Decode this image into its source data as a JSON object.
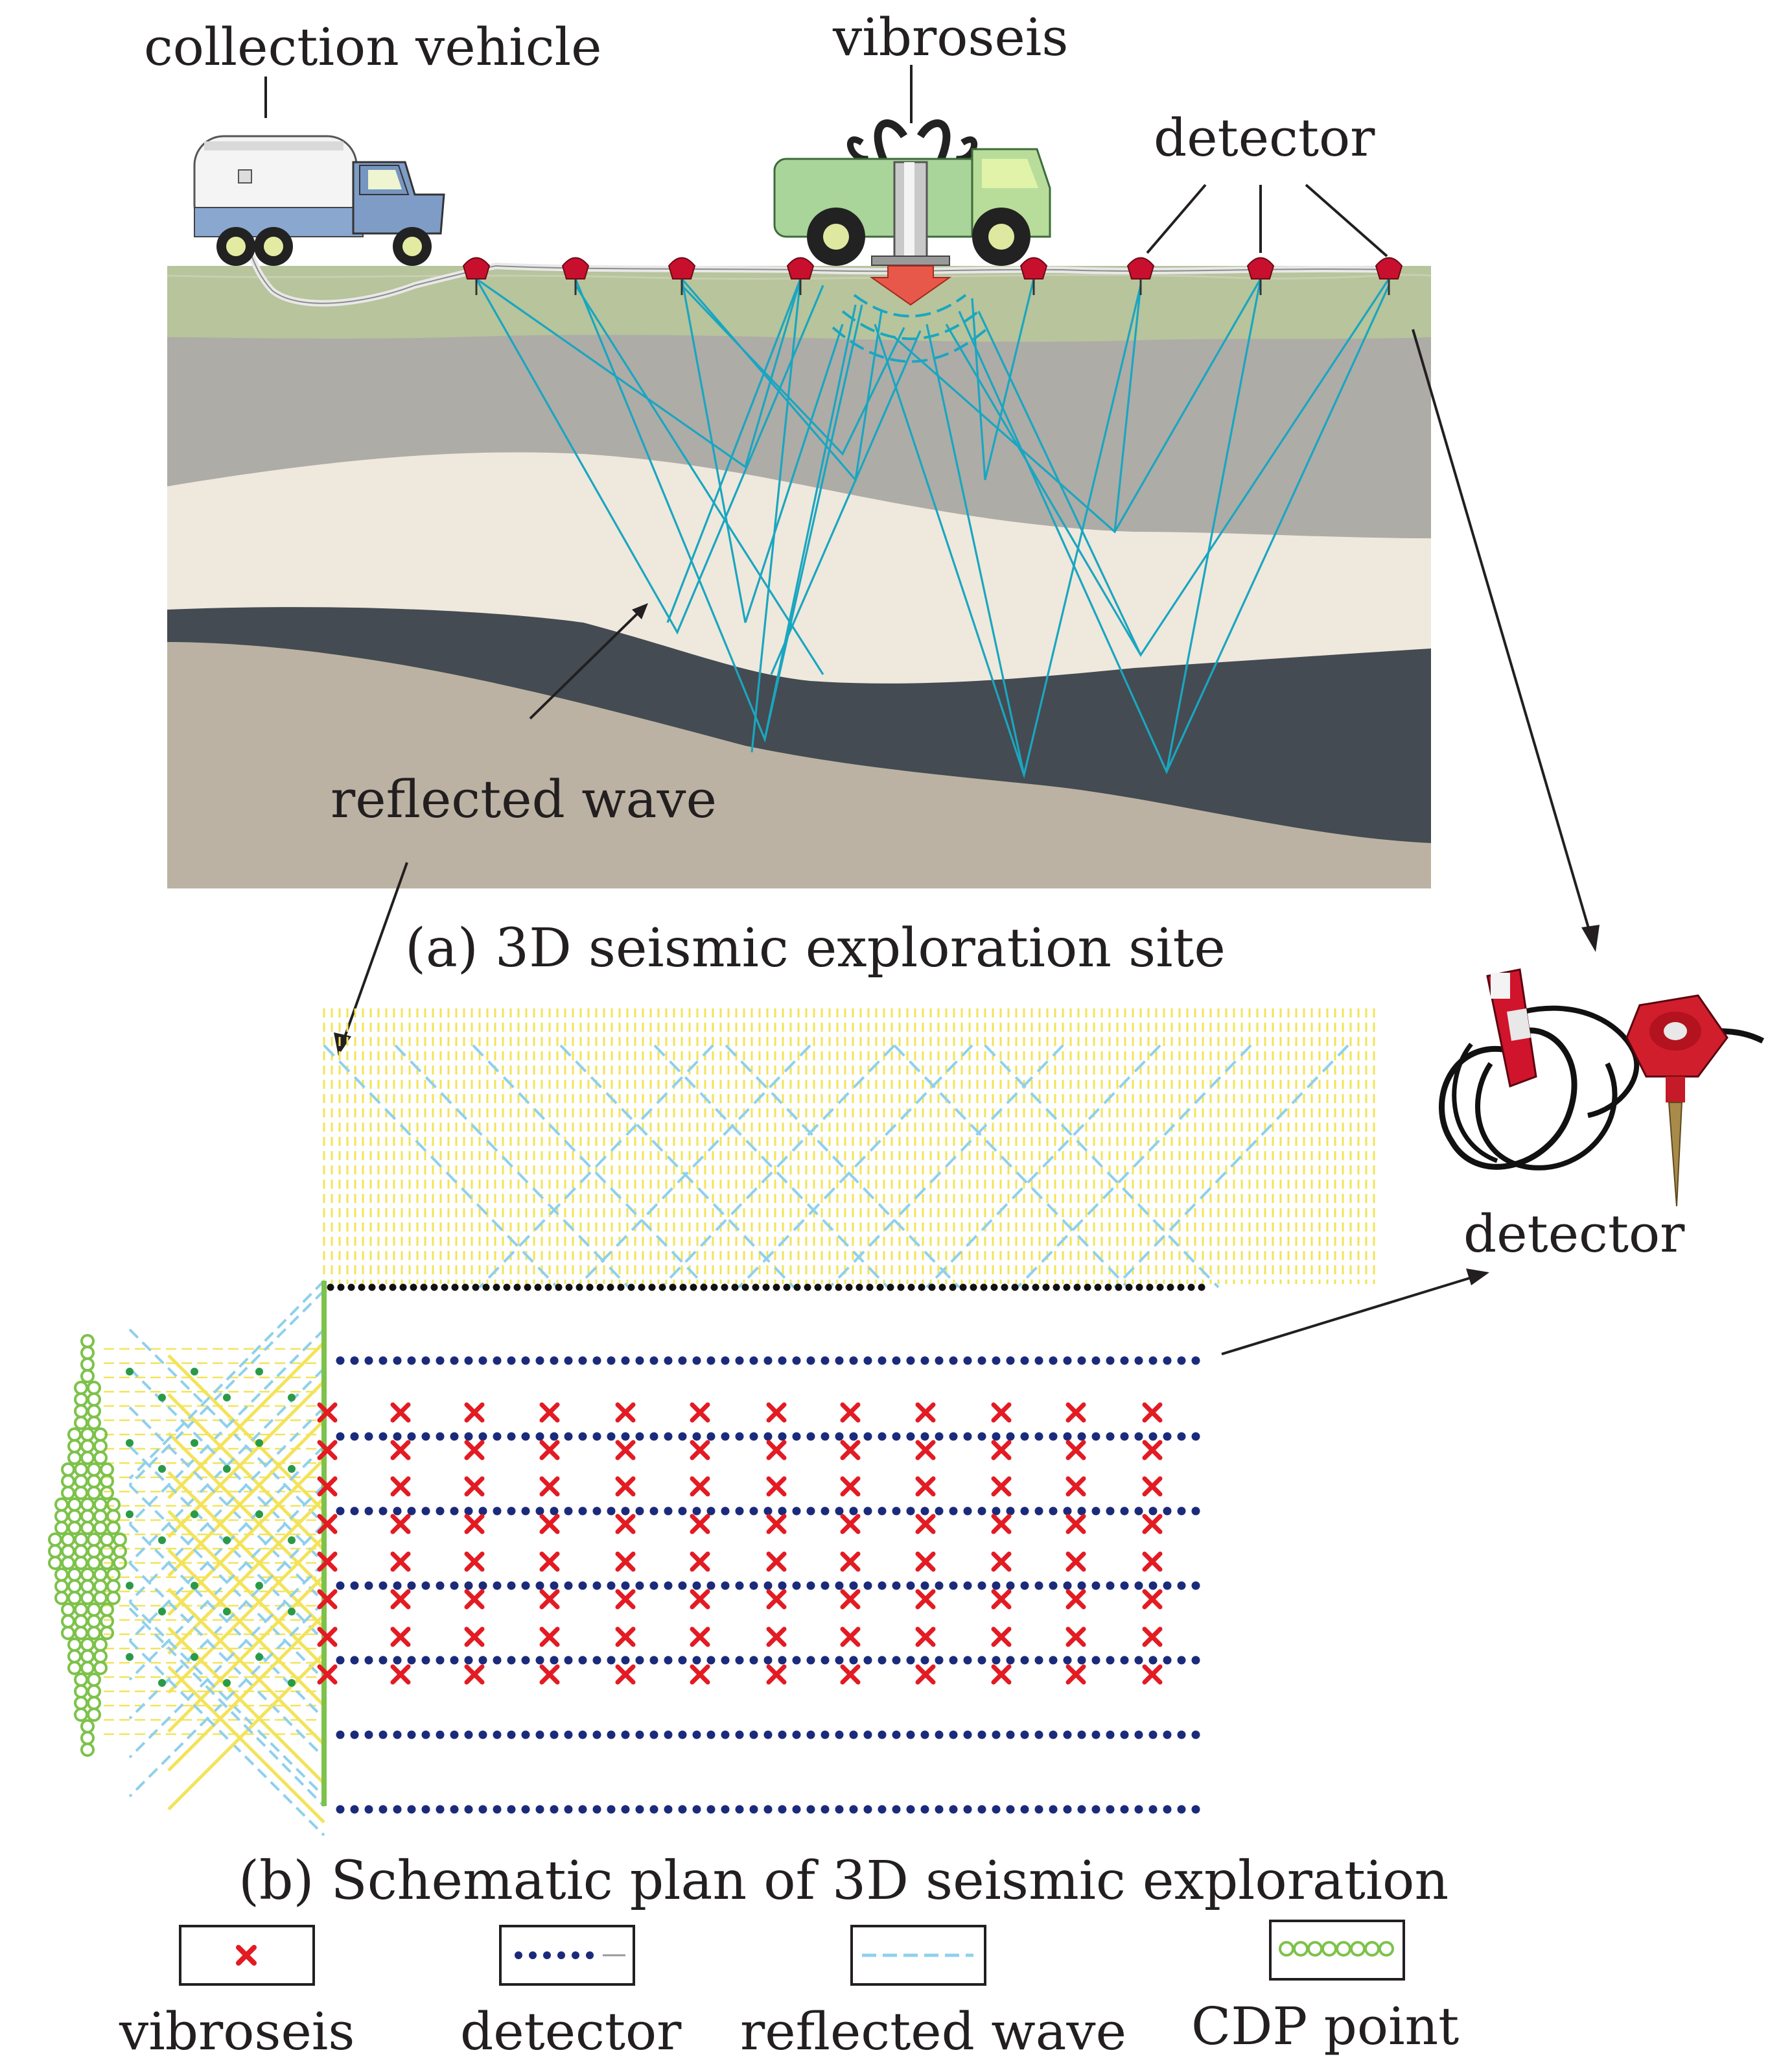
{
  "labels": {
    "collection_vehicle": "collection vehicle",
    "vibroseis": "vibroseis",
    "detector_top": "detector",
    "reflected_wave": "reflected wave",
    "detector_photo": "detector"
  },
  "captions": {
    "a": "(a) 3D seismic exploration site",
    "b": "(b) Schematic plan of 3D seismic exploration"
  },
  "legend": [
    {
      "label": "vibroseis",
      "symbol": "red-x"
    },
    {
      "label": "detector",
      "symbol": "blue-dots"
    },
    {
      "label": "reflected wave",
      "symbol": "dashed-line"
    },
    {
      "label": "CDP point",
      "symbol": "green-rings"
    }
  ],
  "colors": {
    "ground_top": "#b7c49c",
    "layer_gray": "#aeaca7",
    "layer_cream": "#efe8dd",
    "layer_dark": "#444b52",
    "layer_bottom": "#bbb2a3",
    "ray": "#1aa6c0",
    "detector_red": "#c8102e",
    "vibroseis_red": "#e31b23",
    "detector_blue": "#1b2a7a",
    "reflected_dash": "#8fd0ec",
    "grid_yellow": "#f3e35a",
    "cdp_green": "#7dc24a",
    "truck_blue": "#7e9cc6",
    "vibro_green": "#a9d49a"
  },
  "icons": [
    "collection-vehicle-icon",
    "vibroseis-truck-icon",
    "detector-sensor-icon",
    "detector-photo-icon"
  ]
}
